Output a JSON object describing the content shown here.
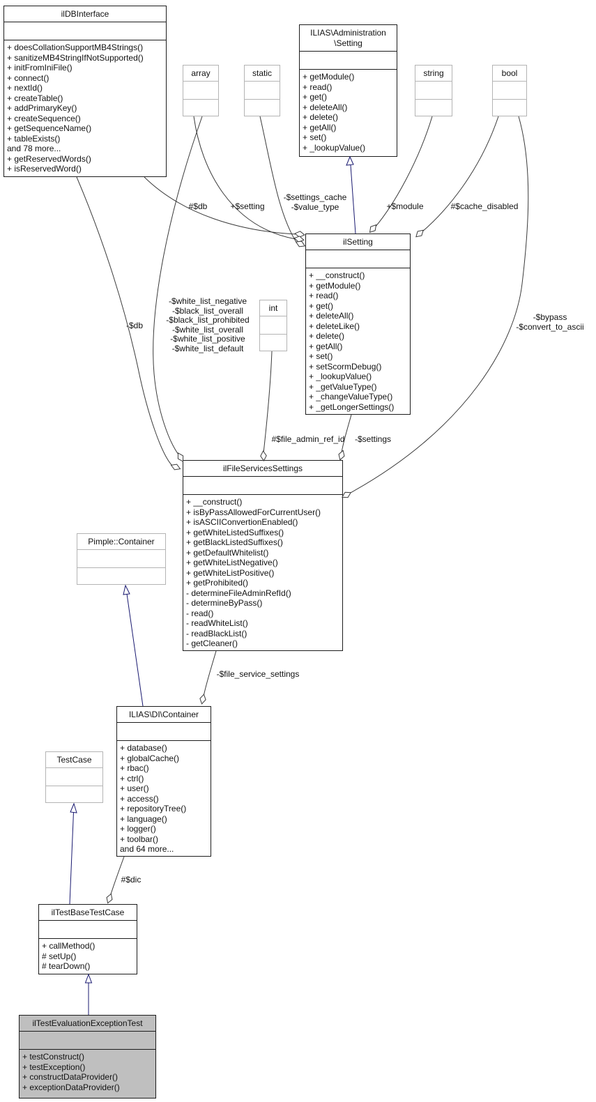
{
  "diagram": {
    "type": "uml-collaboration-diagram",
    "colors": {
      "inheritance": "#191970",
      "aggregation": "#3a3a3a",
      "highlight_fill": "#bfbfbf",
      "external_border": "#b4b4b4"
    },
    "classes": {
      "ildbinterface": {
        "title": "ilDBInterface",
        "methods": [
          "+ doesCollationSupportMB4Strings()",
          "+ sanitizeMB4StringIfNotSupported()",
          "+ initFromIniFile()",
          "+ connect()",
          "+ nextId()",
          "+ createTable()",
          "+ addPrimaryKey()",
          "+ createSequence()",
          "+ getSequenceName()",
          "+ tableExists()",
          "and 78 more...",
          "+ getReservedWords()",
          "+ isReservedWord()"
        ]
      },
      "admin_setting": {
        "title": "ILIAS\\Administration\n\\Setting",
        "methods": [
          "+ getModule()",
          "+ read()",
          "+ get()",
          "+ deleteAll()",
          "+ delete()",
          "+ getAll()",
          "+ set()",
          "+ _lookupValue()"
        ]
      },
      "array": {
        "title": "array"
      },
      "static": {
        "title": "static"
      },
      "string": {
        "title": "string"
      },
      "bool": {
        "title": "bool"
      },
      "int": {
        "title": "int"
      },
      "ilsetting": {
        "title": "ilSetting",
        "methods": [
          "+ __construct()",
          "+ getModule()",
          "+ read()",
          "+ get()",
          "+ deleteAll()",
          "+ deleteLike()",
          "+ delete()",
          "+ getAll()",
          "+ set()",
          "+ setScormDebug()",
          "+ _lookupValue()",
          "+ _getValueType()",
          "+ _changeValueType()",
          "+ _getLongerSettings()"
        ]
      },
      "ilfileservicessettings": {
        "title": "ilFileServicesSettings",
        "methods": [
          "+ __construct()",
          "+ isByPassAllowedForCurrentUser()",
          "+ isASCIIConvertionEnabled()",
          "+ getWhiteListedSuffixes()",
          "+ getBlackListedSuffixes()",
          "+ getDefaultWhitelist()",
          "+ getWhiteListNegative()",
          "+ getWhiteListPositive()",
          "+ getProhibited()",
          "- determineFileAdminRefId()",
          "- determineByPass()",
          "- read()",
          "- readWhiteList()",
          "- readBlackList()",
          "- getCleaner()"
        ]
      },
      "pimple_container": {
        "title": "Pimple::Container"
      },
      "di_container": {
        "title": "ILIAS\\DI\\Container",
        "methods": [
          "+ database()",
          "+ globalCache()",
          "+ rbac()",
          "+ ctrl()",
          "+ user()",
          "+ access()",
          "+ repositoryTree()",
          "+ language()",
          "+ logger()",
          "+ toolbar()",
          "and 64 more..."
        ]
      },
      "testcase": {
        "title": "TestCase"
      },
      "iltestbasetestcase": {
        "title": "ilTestBaseTestCase",
        "methods": [
          "+ callMethod()",
          "# setUp()",
          "# tearDown()"
        ]
      },
      "iltestevaluationexceptiontest": {
        "title": "ilTestEvaluationExceptionTest",
        "methods": [
          "+ testConstruct()",
          "+ testException()",
          "+ constructDataProvider()",
          "+ exceptionDataProvider()"
        ]
      }
    },
    "edge_labels": {
      "db_setting": "#$db",
      "setting": "+$setting",
      "settings_cache": "-$settings_cache\n-$value_type",
      "module": "+$module",
      "cache_disabled": "#$cache_disabled",
      "db_fss": "-$db",
      "white_lists": "-$white_list_negative\n-$black_list_overall\n-$black_list_prohibited\n-$white_list_overall\n-$white_list_positive\n-$white_list_default",
      "file_admin_ref_id": "#$file_admin_ref_id",
      "settings_fss": "-$settings",
      "bypass": "-$bypass\n-$convert_to_ascii",
      "file_service_settings": "-$file_service_settings",
      "dic": "#$dic"
    }
  }
}
